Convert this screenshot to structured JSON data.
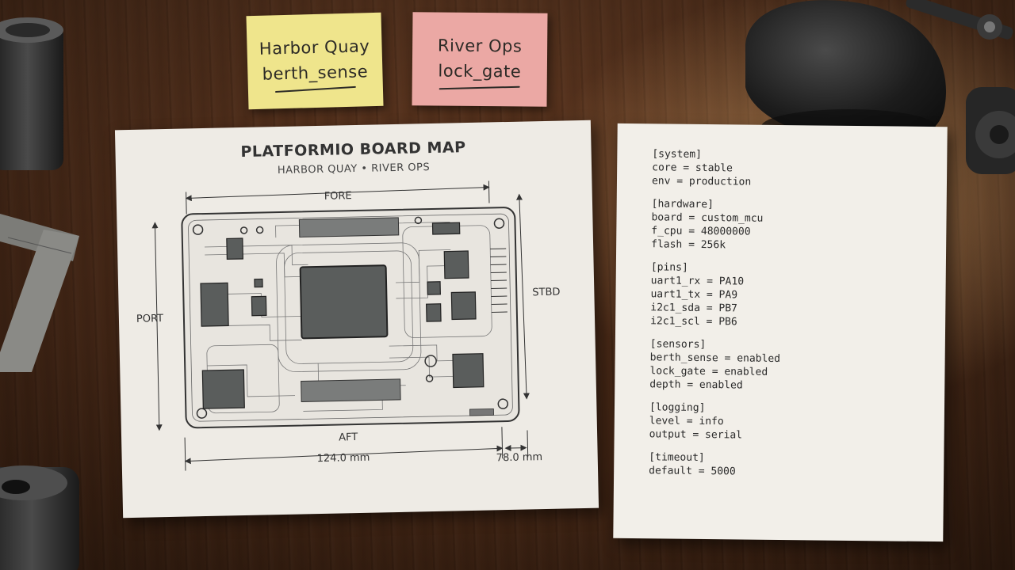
{
  "sticky_notes": [
    {
      "line1": "Harbor Quay",
      "line2": "berth_sense"
    },
    {
      "line1": "River Ops",
      "line2": "lock_gate"
    }
  ],
  "board_sheet": {
    "title": "PLATFORMIO BOARD MAP",
    "subtitle": "HARBOR QUAY • RIVER OPS",
    "labels": {
      "fore": "FORE",
      "aft": "AFT",
      "port": "PORT",
      "stbd": "STBD",
      "width_dim": "124.0 mm",
      "depth_dim": "78.0 mm"
    }
  },
  "config_sheet": {
    "sections": [
      {
        "header": "[system]",
        "lines": [
          "core = stable",
          "env = production"
        ]
      },
      {
        "header": "[hardware]",
        "lines": [
          "board = custom_mcu",
          "f_cpu = 48000000",
          "flash = 256k"
        ]
      },
      {
        "header": "[pins]",
        "lines": [
          "uart1_rx = PA10",
          "uart1_tx = PA9",
          "i2c1_sda = PB7",
          "i2c1_scl = PB6"
        ]
      },
      {
        "header": "[sensors]",
        "lines": [
          "berth_sense = enabled",
          "lock_gate = enabled",
          "depth = enabled"
        ]
      },
      {
        "header": "[logging]",
        "lines": [
          "level = info",
          "output = serial"
        ]
      },
      {
        "header": "[timeout]",
        "lines": [
          "default = 5000"
        ]
      }
    ]
  },
  "colors": {
    "desk_wood": "#4d2c19",
    "paper": "#eeebe5",
    "sticky_yellow": "#efe58c",
    "sticky_pink": "#eba8a4",
    "pcb_ink": "#3a3a3a",
    "chip_fill": "#5a5d5c"
  }
}
